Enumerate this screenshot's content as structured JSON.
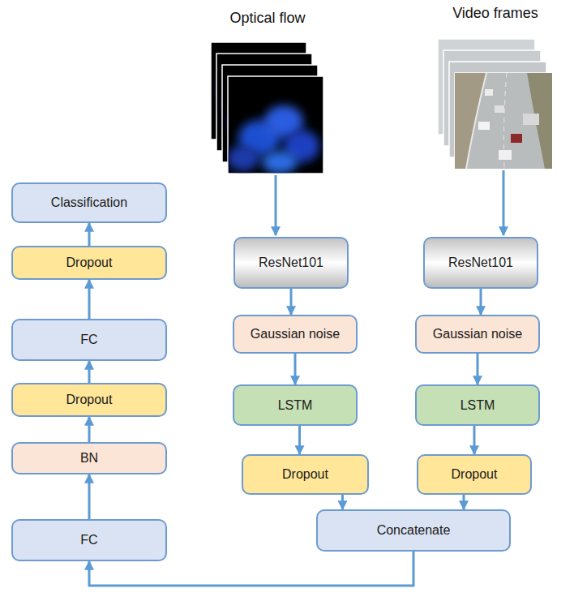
{
  "diagram": {
    "nodes": [
      {
        "text": [
          "ResNet101"
        ]
      },
      {
        "text": [
          "ResNet101"
        ]
      },
      {
        "text": [
          "Gaussian noise"
        ]
      },
      {
        "text": [
          "Gaussian noise"
        ]
      },
      {
        "text": [
          "LSTM"
        ]
      },
      {
        "text": [
          "LSTM"
        ]
      },
      {
        "text": [
          "Dropout"
        ]
      },
      {
        "text": [
          "Dropout"
        ]
      },
      {
        "text": [
          "Concatenate"
        ]
      },
      {
        "text": [
          "FC"
        ]
      },
      {
        "text": [
          "BN"
        ]
      },
      {
        "text": [
          "Dropout"
        ]
      },
      {
        "text": [
          "FC"
        ]
      },
      {
        "text": [
          "Dropout"
        ]
      },
      {
        "text": [
          "Classification"
        ]
      }
    ],
    "edges": [
      {
        "from": 0,
        "to": 2,
        "arrow": "to"
      },
      {
        "from": 2,
        "to": 4,
        "arrow": "to"
      },
      {
        "from": 4,
        "to": 6,
        "arrow": "to"
      },
      {
        "from": 1,
        "to": 3,
        "arrow": "to"
      },
      {
        "from": 3,
        "to": 5,
        "arrow": "to"
      },
      {
        "from": 5,
        "to": 7,
        "arrow": "to"
      },
      {
        "from": 6,
        "to": 8,
        "arrow": "to"
      },
      {
        "from": 7,
        "to": 8,
        "arrow": "to"
      },
      {
        "from": 8,
        "to": 9,
        "arrow": "to"
      },
      {
        "from": 9,
        "to": 10,
        "arrow": "to"
      },
      {
        "from": 10,
        "to": 11,
        "arrow": "to"
      },
      {
        "from": 11,
        "to": 12,
        "arrow": "to"
      },
      {
        "from": 12,
        "to": 13,
        "arrow": "to"
      },
      {
        "from": 13,
        "to": 14,
        "arrow": "to"
      }
    ],
    "labels": [
      "Optical flow",
      "Video frames"
    ]
  }
}
